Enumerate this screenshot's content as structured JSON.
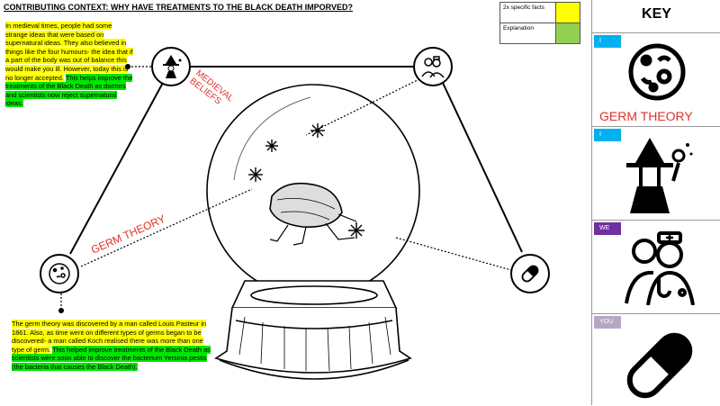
{
  "title": "CONTRIBUTING CONTEXT: WHY HAVE TREATMENTS TO THE BLACK DEATH IMPORVED",
  "title_mark": "?",
  "legend": {
    "facts_label": "2x specific facts",
    "facts_color": "#ffff00",
    "explanation_label": "Explanation",
    "explanation_color": "#92d050"
  },
  "medieval_paragraph": {
    "facts": "In medieval times, people had some strange ideas that were based on supernatural ideas. They also believed in things like the four humours- the idea that if a part of the body was out of balance this would make you ill. However, today this is no longer accepted.",
    "explanation": "This helps improve the treatments of the Black Death  as doctors and scientists now reject supernatural ideas."
  },
  "germ_paragraph": {
    "facts": "The germ theory was discovered by a man called Louis Pasteur in 1861. Also, as time went on different types of germs began to be discovered- a man called Koch realised there was more than one type of germ.",
    "explanation": "This helped improve treatments of the Black Death as scientists were soon able to discover the bacterium Yersinia pestis (the bacteria that causes the Black Death)."
  },
  "annotations": {
    "medieval": "MEDIEVAL BELIEFS",
    "germ": "GERM THEORY"
  },
  "key": {
    "title": "KEY",
    "panels": [
      {
        "tag": "I",
        "tag_color": "#00b0f0",
        "icon": "germ-icon",
        "label": "GERM THEORY"
      },
      {
        "tag": "I",
        "tag_color": "#00b0f0",
        "icon": "witch-icon"
      },
      {
        "tag": "WE",
        "tag_color": "#7030a0",
        "icon": "doctors-icon"
      },
      {
        "tag": "YOU",
        "tag_color": "#b4a7c6",
        "icon": "pill-icon"
      }
    ]
  }
}
